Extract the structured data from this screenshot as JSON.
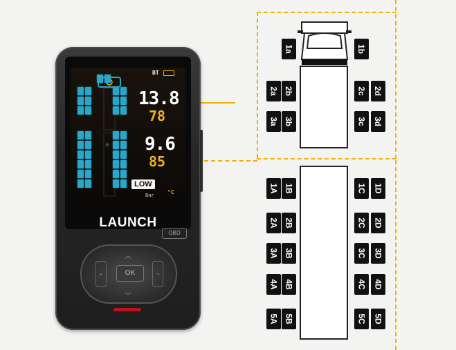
{
  "device": {
    "status": {
      "bt": "BT",
      "battery_icon": "battery-icon"
    },
    "readings": [
      {
        "pressure": "13.8",
        "temperature": "78"
      },
      {
        "pressure": "9.6",
        "temperature": "85"
      }
    ],
    "low_badge": "LOW",
    "unit_pressure": "Bar",
    "unit_temperature": "°C",
    "brand": "LAUNCH",
    "obd_label": "OBD",
    "ok_label": "OK"
  },
  "diagram": {
    "tractor_tires": {
      "front_left": "1a",
      "front_right": "1b",
      "left_outer": [
        "2a",
        "3a"
      ],
      "left_inner": [
        "2b",
        "3b"
      ],
      "right_inner": [
        "2c",
        "3c"
      ],
      "right_outer": [
        "2d",
        "3d"
      ]
    },
    "trailer_tires": {
      "left_outer": [
        "1A",
        "2A",
        "3A",
        "4A",
        "5A"
      ],
      "left_inner": [
        "1B",
        "2B",
        "3B",
        "4B",
        "5B"
      ],
      "right_inner": [
        "1C",
        "2C",
        "3C",
        "4C",
        "5C"
      ],
      "right_outer": [
        "1D",
        "2D",
        "3D",
        "4D",
        "5D"
      ]
    }
  },
  "colors": {
    "leader": "#f0b000",
    "dash": "#f0b000",
    "cell": "#2aa6c9",
    "amber": "#f1b21a"
  }
}
